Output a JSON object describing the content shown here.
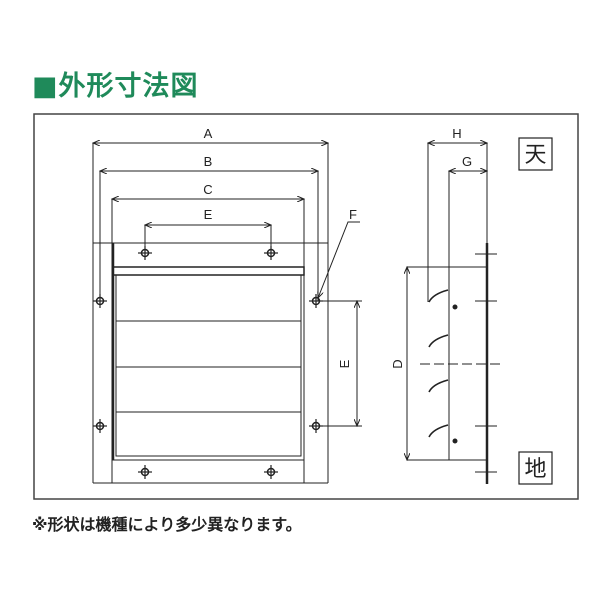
{
  "title": "■外形寸法図",
  "note": "※形状は機種により多少異なります。",
  "dimension_labels": {
    "A": "A",
    "B": "B",
    "C": "C",
    "E_horizontal": "E",
    "E_vertical": "E",
    "F": "F",
    "D": "D",
    "G": "G",
    "H": "H"
  },
  "orientation": {
    "top": "天",
    "bottom": "地"
  },
  "colors": {
    "accent": "#1f8a5a",
    "line": "#222222"
  }
}
